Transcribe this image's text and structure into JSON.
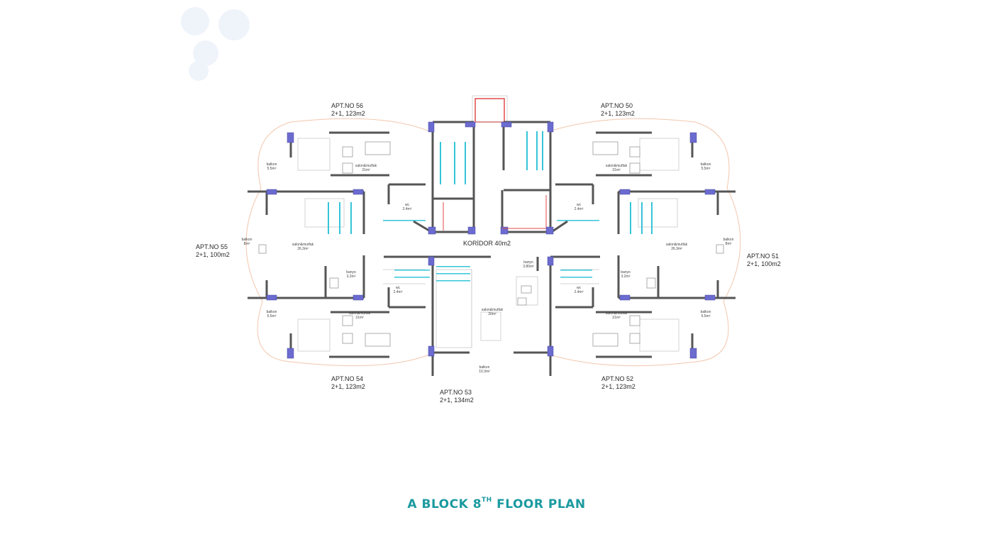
{
  "apartments": [
    {
      "id": "apt56",
      "name": "APT.NO 56",
      "info": "2+1, 123m2"
    },
    {
      "id": "apt50",
      "name": "APT.NO 50",
      "info": "2+1, 123m2"
    },
    {
      "id": "apt55",
      "name": "APT.NO 55",
      "info": "2+1, 100m2"
    },
    {
      "id": "apt51",
      "name": "APT.NO 51",
      "info": "2+1, 100m2"
    },
    {
      "id": "apt54",
      "name": "APT.NO 54",
      "info": "2+1, 123m2"
    },
    {
      "id": "apt52",
      "name": "APT.NO 52",
      "info": "2+1, 123m2"
    },
    {
      "id": "apt53",
      "name": "APT.NO 53",
      "info": "2+1, 134m2"
    }
  ],
  "corridor": "KORİDOR 40m2",
  "rooms": [
    {
      "name": "balkon",
      "area": "5.5m²"
    },
    {
      "name": "salon&mutfak",
      "area": "31m²"
    },
    {
      "name": "salon&mutfak",
      "area": "31m²"
    },
    {
      "name": "balkon",
      "area": "5.5m²"
    },
    {
      "name": "wc",
      "area": "2.4m²"
    },
    {
      "name": "wc",
      "area": "2.4m²"
    },
    {
      "name": "balkon",
      "area": "8m²"
    },
    {
      "name": "salon&mutfak",
      "area": "26.3m²"
    },
    {
      "name": "salon&mutfak",
      "area": "26.3m²"
    },
    {
      "name": "balkon",
      "area": "8m²"
    },
    {
      "name": "banyo",
      "area": "3.2m²"
    },
    {
      "name": "banyo",
      "area": "3.2m²"
    },
    {
      "name": "banyo",
      "area": "3.80m²"
    },
    {
      "name": "wc",
      "area": "2.4m²"
    },
    {
      "name": "wc",
      "area": "2.4m²"
    },
    {
      "name": "salon&mutfak",
      "area": "30m²"
    },
    {
      "name": "balkon",
      "area": "5.5m²"
    },
    {
      "name": "salon&mutfak",
      "area": "31m²"
    },
    {
      "name": "salon&mutfak",
      "area": "31m²"
    },
    {
      "name": "balkon",
      "area": "5.5m²"
    },
    {
      "name": "balkon",
      "area": "10.3m²"
    }
  ],
  "title": {
    "main": "A BLOCK 8",
    "sup": "TH",
    "rest": " FLOOR PLAN"
  },
  "colors": {
    "wall": "#555555",
    "column": "#6b6bd0",
    "accent": "#1b9aa0",
    "stair": "#35c4d8",
    "outline": "#f3c7ad",
    "red": "#e04848"
  }
}
